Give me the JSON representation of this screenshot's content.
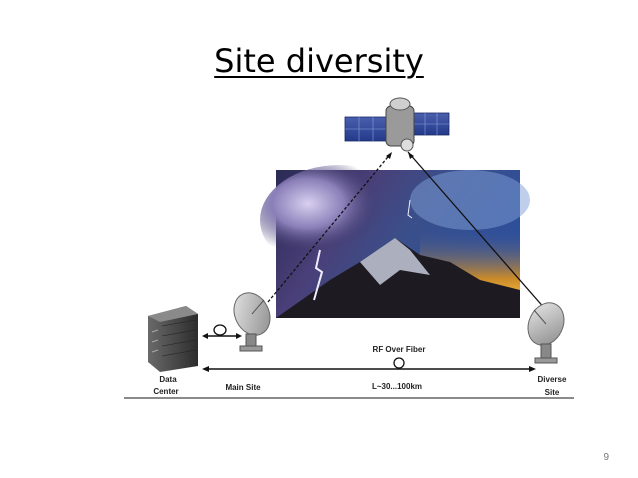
{
  "slide": {
    "title": "Site diversity",
    "page_number": "9"
  },
  "diagram": {
    "labels": {
      "data_center_line1": "Data",
      "data_center_line2": "Center",
      "main_site": "Main Site",
      "rf_over_fiber": "RF Over Fiber",
      "distance": "L~30...100km",
      "diverse_site_line1": "Diverse",
      "diverse_site_line2": "Site"
    }
  }
}
